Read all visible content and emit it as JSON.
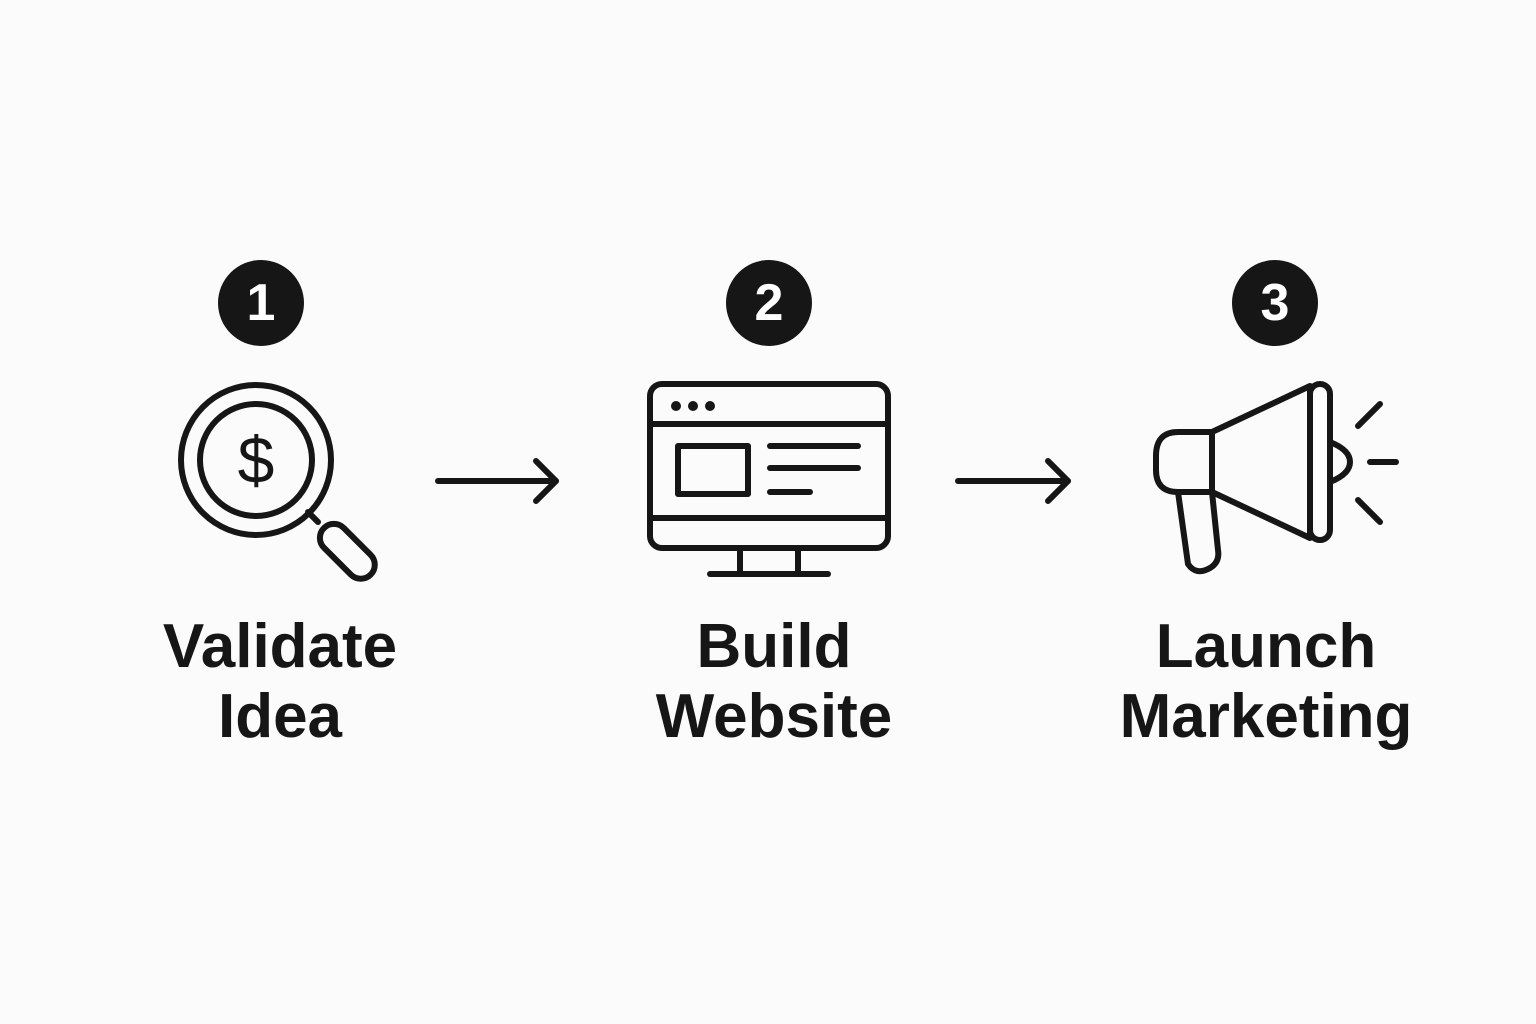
{
  "steps": [
    {
      "number": "1",
      "title_line1": "Validate",
      "title_line2": "Idea",
      "icon": "magnifier-dollar-icon"
    },
    {
      "number": "2",
      "title_line1": "Build",
      "title_line2": "Website",
      "icon": "monitor-website-icon"
    },
    {
      "number": "3",
      "title_line1": "Launch",
      "title_line2": "Marketing",
      "icon": "megaphone-icon"
    }
  ],
  "connectors": [
    {
      "icon": "arrow-right-icon"
    },
    {
      "icon": "arrow-right-icon"
    }
  ],
  "colors": {
    "ink": "#161616",
    "background": "#fbfbfb",
    "badge_text": "#ffffff"
  }
}
